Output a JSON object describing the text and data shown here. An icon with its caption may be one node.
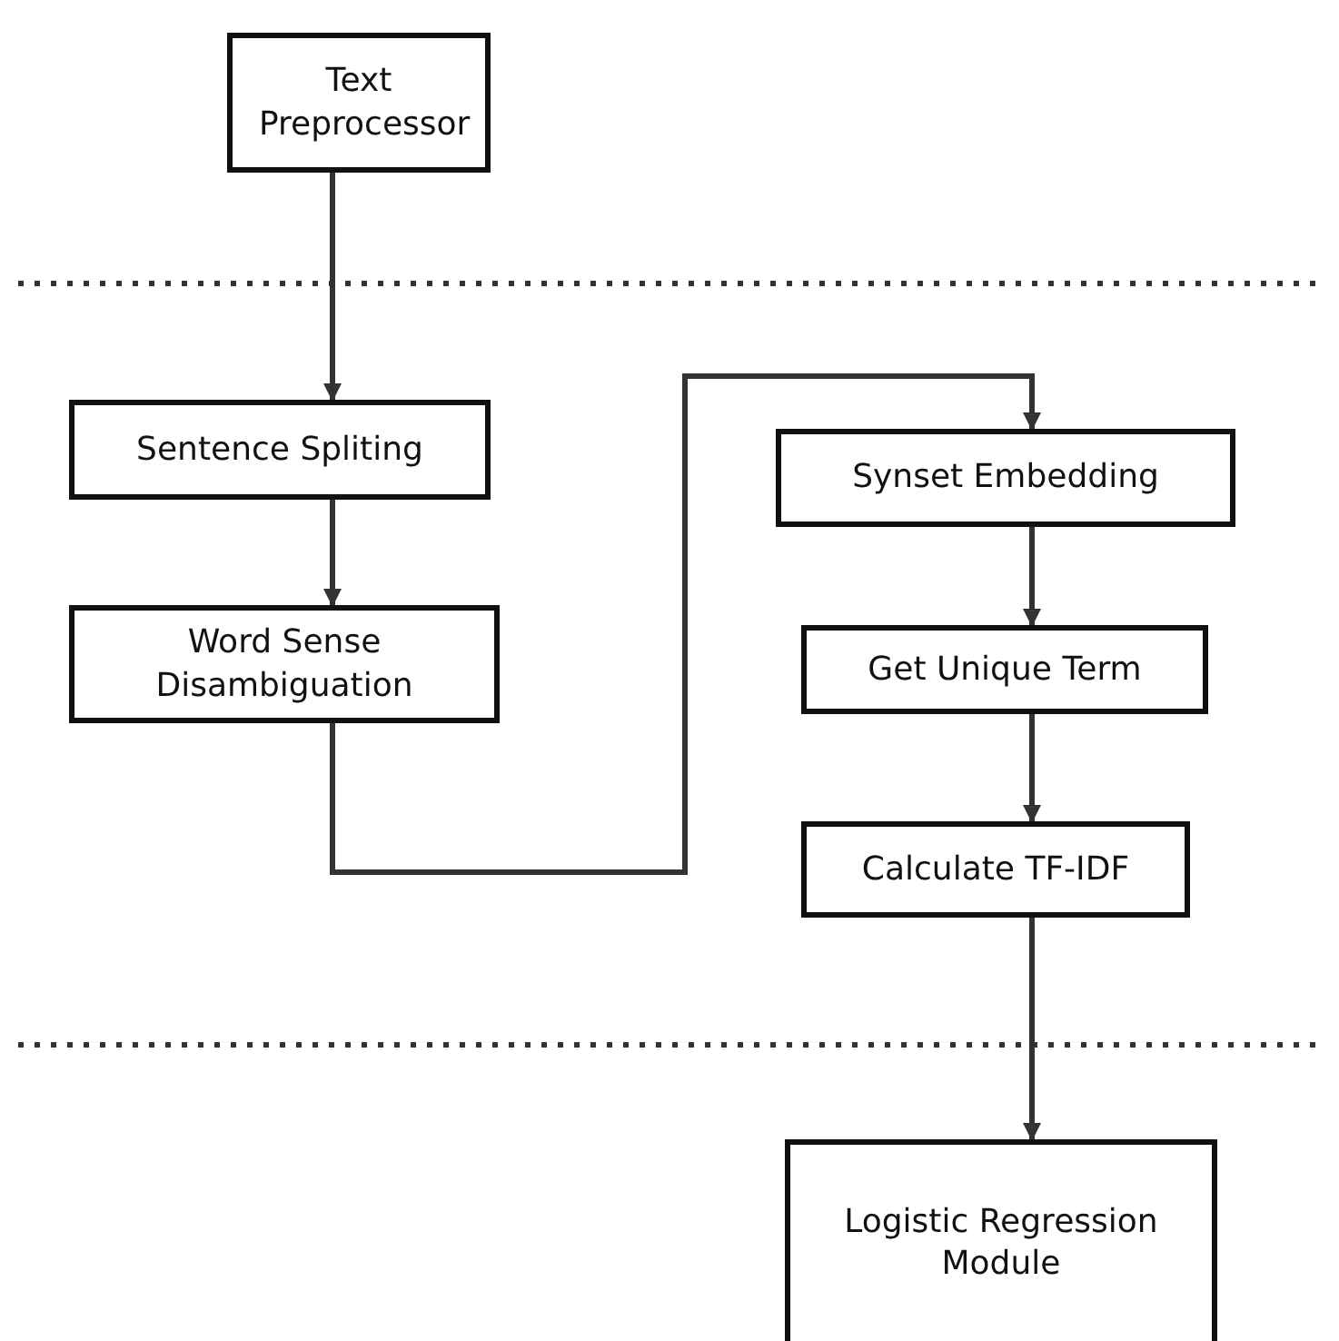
{
  "diagram": {
    "nodes": [
      {
        "text": [
          "Text Preprocessor"
        ]
      },
      {
        "text": [
          "Sentence Spliting"
        ]
      },
      {
        "text": [
          "Word Sense Disambiguation"
        ]
      },
      {
        "text": [
          "Synset Embedding"
        ]
      },
      {
        "text": [
          "Get Unique Term"
        ]
      },
      {
        "text": [
          "Calculate TF-IDF"
        ]
      },
      {
        "text": [
          "Logistic Regression Module"
        ]
      }
    ],
    "edges": [
      {
        "from": 0,
        "to": 1,
        "arrow": "to"
      },
      {
        "from": 1,
        "to": 2,
        "arrow": "to"
      },
      {
        "from": 2,
        "to": 3,
        "arrow": "to"
      },
      {
        "from": 3,
        "to": 4,
        "arrow": "to"
      },
      {
        "from": 4,
        "to": 5,
        "arrow": "to"
      },
      {
        "from": 5,
        "to": 6,
        "arrow": "to"
      }
    ]
  }
}
